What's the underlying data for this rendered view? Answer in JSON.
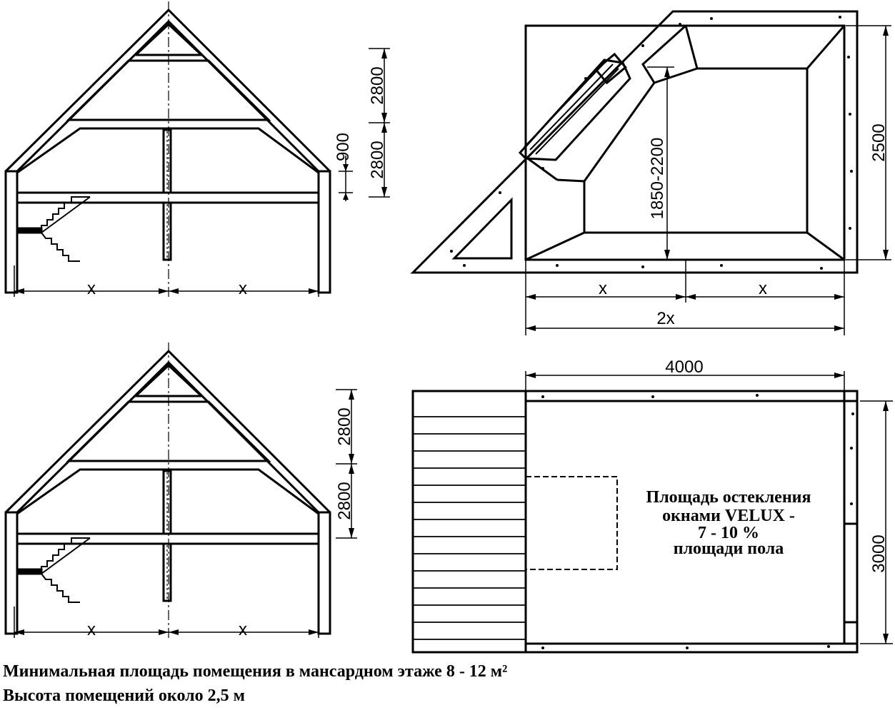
{
  "section_top": {
    "dim_height_upper": "2800",
    "dim_height_lower": "2800",
    "dim_floor": "900",
    "dim_left": "x",
    "dim_right": "x"
  },
  "section_bottom": {
    "dim_height_upper": "2800",
    "dim_height_lower": "2800",
    "dim_left": "x",
    "dim_right": "x"
  },
  "window_detail": {
    "dim_height": "2500",
    "dim_window_height": "1850-2200",
    "dim_left": "x",
    "dim_right": "x",
    "dim_total": "2x"
  },
  "plan": {
    "dim_width": "4000",
    "dim_depth": "3000",
    "note_lines": [
      "Площадь остекления",
      "окнами VELUX -",
      "7 - 10 %",
      "площади  пола"
    ]
  },
  "captions": [
    "Минимальная площадь помещения в мансардном  этаже 8 - 12 м²",
    "Высота помещений около 2,5 м"
  ]
}
